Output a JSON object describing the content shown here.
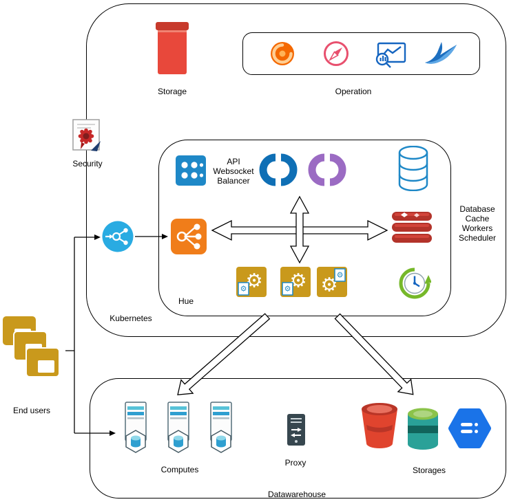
{
  "labels": {
    "storage": "Storage",
    "operation": "Operation",
    "security": "Security",
    "kubernetes": "Kubernetes",
    "hue": "Hue",
    "end_users": "End users",
    "computes": "Computes",
    "proxy": "Proxy",
    "storages": "Storages",
    "datawarehouse": "Datawarehouse"
  },
  "hue_service": {
    "api_lines": [
      "API",
      "Websocket",
      "Balancer"
    ]
  },
  "right_stack_lines": [
    "Database",
    "Cache",
    "Workers",
    "Scheduler"
  ],
  "glyphs": {
    "gear": "⚙"
  },
  "colors": {
    "storage_red": "#e8483b",
    "grafana_orange": "#f46800",
    "compass_pink": "#e8506e",
    "monitor_blue": "#1565c0",
    "bird_blue": "#1d6fc0",
    "security_seal_red": "#c62828",
    "load_balancer_blue": "#29abe2",
    "api_blue": "#1e88c7",
    "hue_blue": "#0f6fb5",
    "hue_purple": "#9b6bc3",
    "database_blue": "#1e88c7",
    "traffic_orange": "#f07d1a",
    "redis_red": "#b3332a",
    "worker_gold": "#c9991c",
    "scheduler_green": "#76b82a",
    "users_gold": "#c9991c",
    "server_teal": "#56c2d8",
    "server_blue": "#2f9fd0",
    "proxy_dark": "#37474f",
    "s3_red": "#e0442e",
    "cylinder_green": "#8bc34a",
    "cylinder_teal": "#2aa198",
    "gcp_blue": "#1a73e8"
  },
  "icons": {
    "storage": "storage-icon",
    "grafana": "grafana-icon",
    "compass": "compass-icon",
    "monitoring": "monitoring-icon",
    "bird": "bird-icon",
    "security": "security-icon",
    "load_balancer": "load-balancer-icon",
    "api_grid": "api-grid-icon",
    "hue_logo_blue": "hue-logo-blue-icon",
    "hue_logo_purple": "hue-logo-purple-icon",
    "database": "database-icon",
    "traffic_split": "traffic-split-icon",
    "redis": "redis-icon",
    "worker": "worker-task-icon",
    "scheduler": "scheduler-icon",
    "end_users": "end-users-icon",
    "compute_server": "compute-server-icon",
    "proxy": "proxy-server-icon",
    "s3": "s3-bucket-icon",
    "storage_cylinder": "storage-cylinder-icon",
    "gcp": "gcp-hexagon-icon"
  }
}
